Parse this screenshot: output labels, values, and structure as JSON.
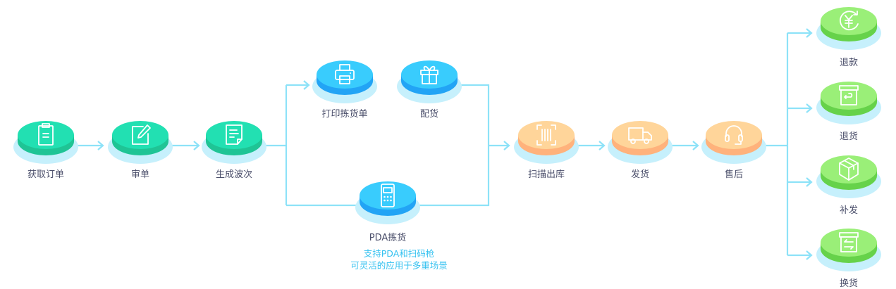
{
  "colors": {
    "connector": "#8de2f8",
    "halo": "#c6f0fc",
    "label_text": "#4a4e6a",
    "note_text": "#36c2f0",
    "teal_top": "#22e0b2",
    "teal_side": "#1fc495",
    "blue_top": "#39ccfd",
    "blue_side": "#22a4f5",
    "orange_top": "#ffd59a",
    "orange_side": "#ffb27c",
    "green_top": "#9aef78",
    "green_side": "#66d24a"
  },
  "nodes": [
    {
      "id": "get-order",
      "label": "获取订单",
      "icon": "clipboard-icon",
      "theme": "teal"
    },
    {
      "id": "review",
      "label": "审单",
      "icon": "edit-icon",
      "theme": "teal"
    },
    {
      "id": "create-wave",
      "label": "生成波次",
      "icon": "document-icon",
      "theme": "teal"
    },
    {
      "id": "print-picklist",
      "label": "打印拣货单",
      "icon": "printer-icon",
      "theme": "blue"
    },
    {
      "id": "allocate",
      "label": "配货",
      "icon": "gift-icon",
      "theme": "blue"
    },
    {
      "id": "pda-pick",
      "label": "PDA拣货",
      "icon": "pda-icon",
      "theme": "blue"
    },
    {
      "id": "scan-out",
      "label": "扫描出库",
      "icon": "barcode-scan-icon",
      "theme": "orange"
    },
    {
      "id": "ship",
      "label": "发货",
      "icon": "truck-icon",
      "theme": "orange"
    },
    {
      "id": "after-sales",
      "label": "售后",
      "icon": "headset-icon",
      "theme": "orange"
    },
    {
      "id": "refund",
      "label": "退款",
      "icon": "refund-yen-icon",
      "theme": "green"
    },
    {
      "id": "return",
      "label": "退货",
      "icon": "return-box-icon",
      "theme": "green"
    },
    {
      "id": "reship",
      "label": "补发",
      "icon": "package-icon",
      "theme": "green"
    },
    {
      "id": "exchange",
      "label": "换货",
      "icon": "exchange-box-icon",
      "theme": "green"
    }
  ],
  "pda_note": {
    "line1": "支持PDA和扫码枪",
    "line2": "可灵活的应用于多重场景"
  },
  "flow": [
    [
      "获取订单",
      "审单"
    ],
    [
      "审单",
      "生成波次"
    ],
    [
      "生成波次",
      "打印拣货单"
    ],
    [
      "生成波次",
      "PDA拣货"
    ],
    [
      "配货",
      "扫描出库"
    ],
    [
      "PDA拣货",
      "扫描出库"
    ],
    [
      "扫描出库",
      "发货"
    ],
    [
      "发货",
      "售后"
    ],
    [
      "售后",
      "退款"
    ],
    [
      "售后",
      "退货"
    ],
    [
      "售后",
      "补发"
    ],
    [
      "售后",
      "换货"
    ]
  ]
}
